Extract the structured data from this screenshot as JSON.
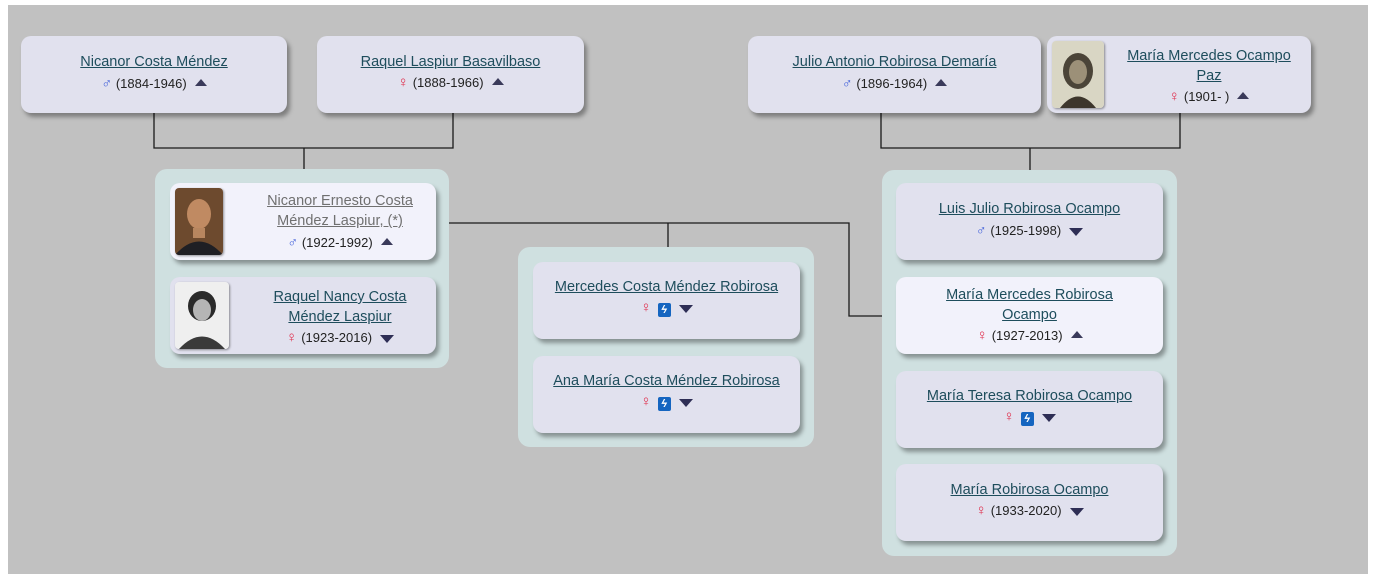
{
  "ancestors": {
    "paternal_grandfather": {
      "name": "Nicanor Costa Méndez",
      "symbol": "♂",
      "dates": "(1884-1946)"
    },
    "paternal_grandmother": {
      "name": "Raquel Laspiur Basavilbaso",
      "symbol": "♀",
      "dates": "(1888-1966)"
    },
    "maternal_grandfather": {
      "name": "Julio Antonio Robirosa Demaría",
      "symbol": "♂",
      "dates": "(1896-1964)"
    },
    "maternal_grandmother": {
      "name_line1": "María Mercedes Ocampo",
      "name_line2": "Paz",
      "symbol": "♀",
      "dates": "(1901- )"
    }
  },
  "paternal_siblings": [
    {
      "name_line1": "Nicanor Ernesto Costa",
      "name_line2": "Méndez Laspiur, (*)",
      "symbol": "♂",
      "dates": "(1922-1992)"
    },
    {
      "name_line1": "Raquel Nancy Costa",
      "name_line2": "Méndez Laspiur",
      "symbol": "♀",
      "dates": "(1923-2016)"
    }
  ],
  "children": [
    {
      "name": "Mercedes Costa Méndez Robirosa",
      "symbol": "♀",
      "badge": "ϟ"
    },
    {
      "name": "Ana María Costa Méndez Robirosa",
      "symbol": "♀",
      "badge": "ϟ"
    }
  ],
  "maternal_siblings": [
    {
      "name": "Luis Julio Robirosa Ocampo",
      "symbol": "♂",
      "dates": "(1925-1998)"
    },
    {
      "name_line1": "María Mercedes Robirosa",
      "name_line2": "Ocampo",
      "symbol": "♀",
      "dates": "(1927-2013)"
    },
    {
      "name": "María Teresa Robirosa Ocampo",
      "symbol": "♀",
      "badge": "ϟ"
    },
    {
      "name": "María Robirosa Ocampo",
      "symbol": "♀",
      "dates": "(1933-2020)"
    }
  ],
  "colors": {
    "background": "#c1c1c1",
    "card": "#e1e1ee",
    "group": "#cfe0e0",
    "link": "#1e4d5c",
    "male": "#3b5bd9",
    "female": "#e02d4b",
    "badge": "#1565c0"
  }
}
